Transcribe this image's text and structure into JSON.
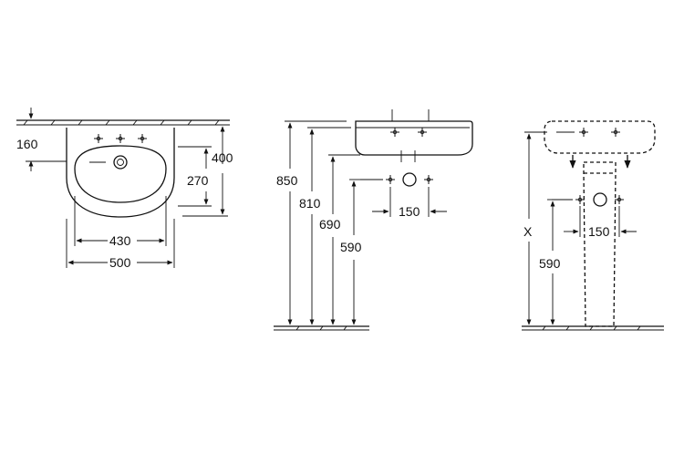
{
  "front_view": {
    "dim_160": "160",
    "dim_400": "400",
    "dim_270": "270",
    "dim_430": "430",
    "dim_500": "500"
  },
  "side_view": {
    "dim_850": "850",
    "dim_810": "810",
    "dim_690": "690",
    "dim_590": "590",
    "dim_150": "150"
  },
  "pedestal_view": {
    "dim_x": "X",
    "dim_150": "150",
    "dim_590": "590"
  }
}
